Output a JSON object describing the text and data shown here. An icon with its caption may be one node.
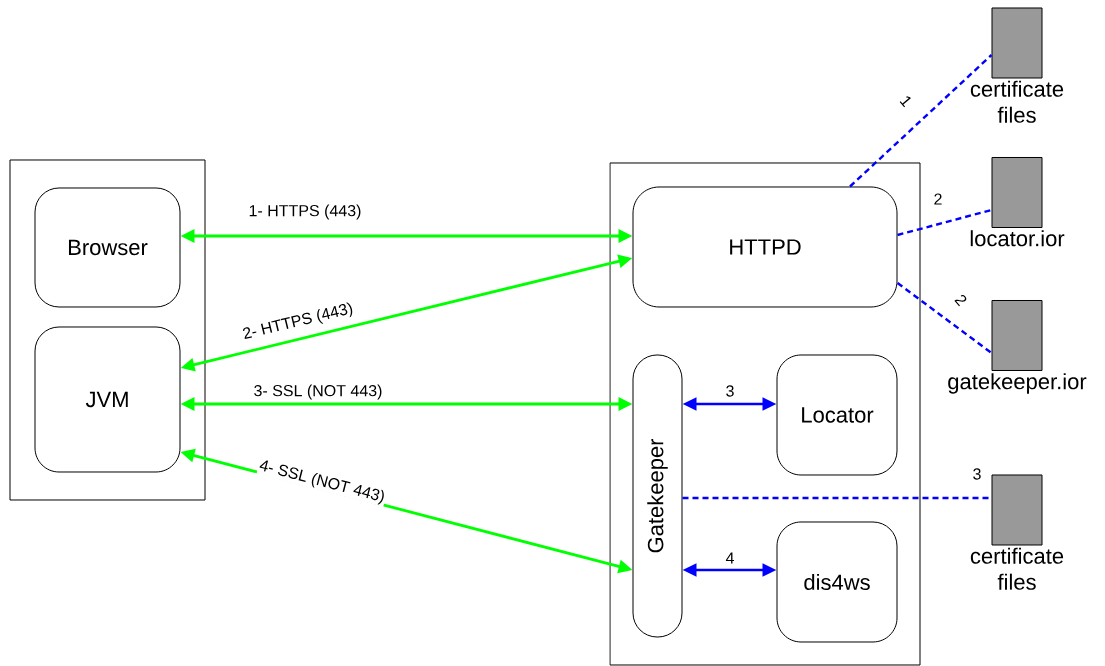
{
  "diagram": {
    "nodes": [
      {
        "text": [],
        "shape": "box"
      },
      {
        "text": [
          "Browser"
        ],
        "in": 0
      },
      {
        "text": [
          "JVM"
        ],
        "in": 0
      },
      {
        "text": [],
        "shape": "box"
      },
      {
        "text": [
          "HTTPD"
        ],
        "in": 3
      },
      {
        "text": [
          "Gatekeeper"
        ],
        "in": 3
      },
      {
        "text": [
          "Locator"
        ],
        "in": 3
      },
      {
        "text": [
          "dis4ws"
        ],
        "in": 3
      },
      {
        "text": [
          "certificate files"
        ]
      },
      {
        "text": [
          "locator.ior"
        ]
      },
      {
        "text": [
          "gatekeeper.ior"
        ]
      },
      {
        "text": [
          "certificate files"
        ]
      }
    ],
    "edges": [
      {
        "from": 1,
        "to": 4,
        "arrow": "both",
        "label": "1- HTTPS (443)",
        "color": "#00ff00"
      },
      {
        "from": 2,
        "to": 4,
        "arrow": "both",
        "label": "2- HTTPS (443)",
        "color": "#00ff00"
      },
      {
        "from": 2,
        "to": 5,
        "arrow": "both",
        "label": "3- SSL (NOT 443)",
        "color": "#00ff00"
      },
      {
        "from": 2,
        "to": 5,
        "arrow": "both",
        "label": "4- SSL (NOT 443)",
        "color": "#00ff00"
      },
      {
        "from": 5,
        "to": 6,
        "arrow": "both",
        "label": "3"
      },
      {
        "from": 5,
        "to": 7,
        "arrow": "both",
        "label": "4"
      },
      {
        "from": 4,
        "to": 8,
        "arrow": "none",
        "label": "1",
        "style": "dashed"
      },
      {
        "from": 4,
        "to": 9,
        "arrow": "none",
        "label": "2",
        "style": "dashed"
      },
      {
        "from": 4,
        "to": 10,
        "arrow": "none",
        "label": "2",
        "style": "dashed"
      },
      {
        "from": 5,
        "to": 11,
        "arrow": "none",
        "label": "3",
        "style": "dashed"
      }
    ]
  }
}
